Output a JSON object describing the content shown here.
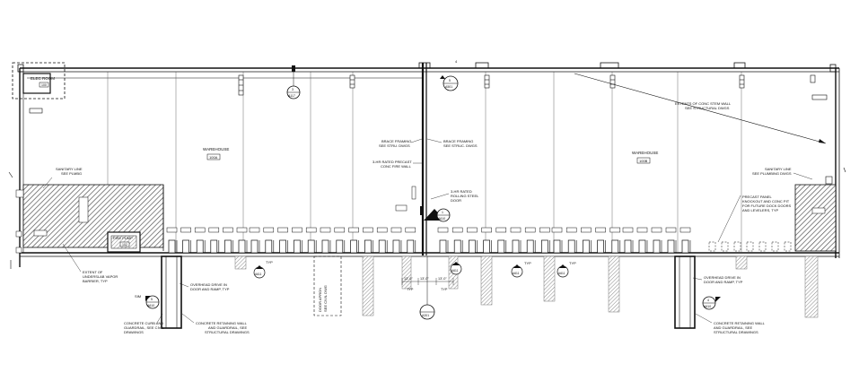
{
  "rooms": {
    "elec_room": "ELEC ROOM",
    "elec_room_num": "100",
    "warehouse_left": "WAREHOUSE",
    "warehouse_left_num": "100A",
    "warehouse_right": "WAREHOUSE",
    "warehouse_right_num": "100B",
    "fire_pump": "FIRE PUMP",
    "fire_pump_num": "102"
  },
  "notes": {
    "extents_stem_wall_1": "EXTENTS OF CONC STEM WALL",
    "extents_stem_wall_2": "SEE STRUCTURAL DWGS",
    "sanitary_left_1": "SANITARY LINE",
    "sanitary_left_2": "SEE PLMBG",
    "sanitary_right_1": "SANITARY LINE",
    "sanitary_right_2": "SEE PLUMBING DWGS",
    "brace_left_1": "BRACE FRAMING",
    "brace_left_2": "SEE STRU. DWGS",
    "brace_right_1": "BRACE FRAMING",
    "brace_right_2": "SEE STRUC. DWGS",
    "firewall_1": "3-HR RATED PRECAST",
    "firewall_2": "CONC FIRE WALL",
    "rolling_door_1": "3-HR RATED",
    "rolling_door_2": "ROLLING STEEL",
    "rolling_door_3": "DOOR",
    "precast_knockout_1": "PRECAST PANEL",
    "precast_knockout_2": "KNOCKOUT AND CONC PIT",
    "precast_knockout_3": "FOR FUTURE DOCK DOORS",
    "precast_knockout_4": "AND LEVELERS, TYP",
    "vapor_barrier_1": "EXTENT OF",
    "vapor_barrier_2": "UNDERSLAB VAPOR",
    "vapor_barrier_3": "BARRIER, TYP",
    "drive_in_left_1": "OVERHEAD DRIVE IN",
    "drive_in_left_2": "DOOR AND RAMP, TYP",
    "drive_in_right_1": "OVERHEAD DRIVE IN",
    "drive_in_right_2": "DOOR AND RAMP, TYP",
    "curb_1": "CONCRETE CURB AND",
    "curb_2": "GUARDRAIL, SEE CIVIL",
    "curb_3": "DRAWINGS",
    "retaining_left_1": "CONCRETE RETAINING WALL",
    "retaining_left_2": "AND GUARDRAIL, SEE",
    "retaining_left_3": "STRUCTURAL DRAWINGS",
    "retaining_right_1": "CONCRETE RETAINING WALL",
    "retaining_right_2": "AND GUARDRAIL, SEE",
    "retaining_right_3": "STRUCTURAL DRAWINGS",
    "door_apron_1": "DOOR APRON",
    "door_apron_2": "SEE CIVIL DWG",
    "typ": "TYP",
    "sim": "SIM",
    "dim_left": "13'-0\"",
    "dim_mid": "13'-0\"",
    "dim_right": "13'-0\""
  },
  "tags": {
    "a117": "A117",
    "a501": "A501",
    "a610": "A610",
    "a611": "A611",
    "a201": "A201",
    "a202": "A202",
    "a610b": "A610",
    "a102": "A102",
    "detail_3": "3",
    "detail_5": "5",
    "detail_4": "4",
    "detail_1": "1",
    "grid_4": "4"
  },
  "colors": {
    "line": "#111111",
    "hatch": "#555555",
    "paper": "#ffffff"
  }
}
